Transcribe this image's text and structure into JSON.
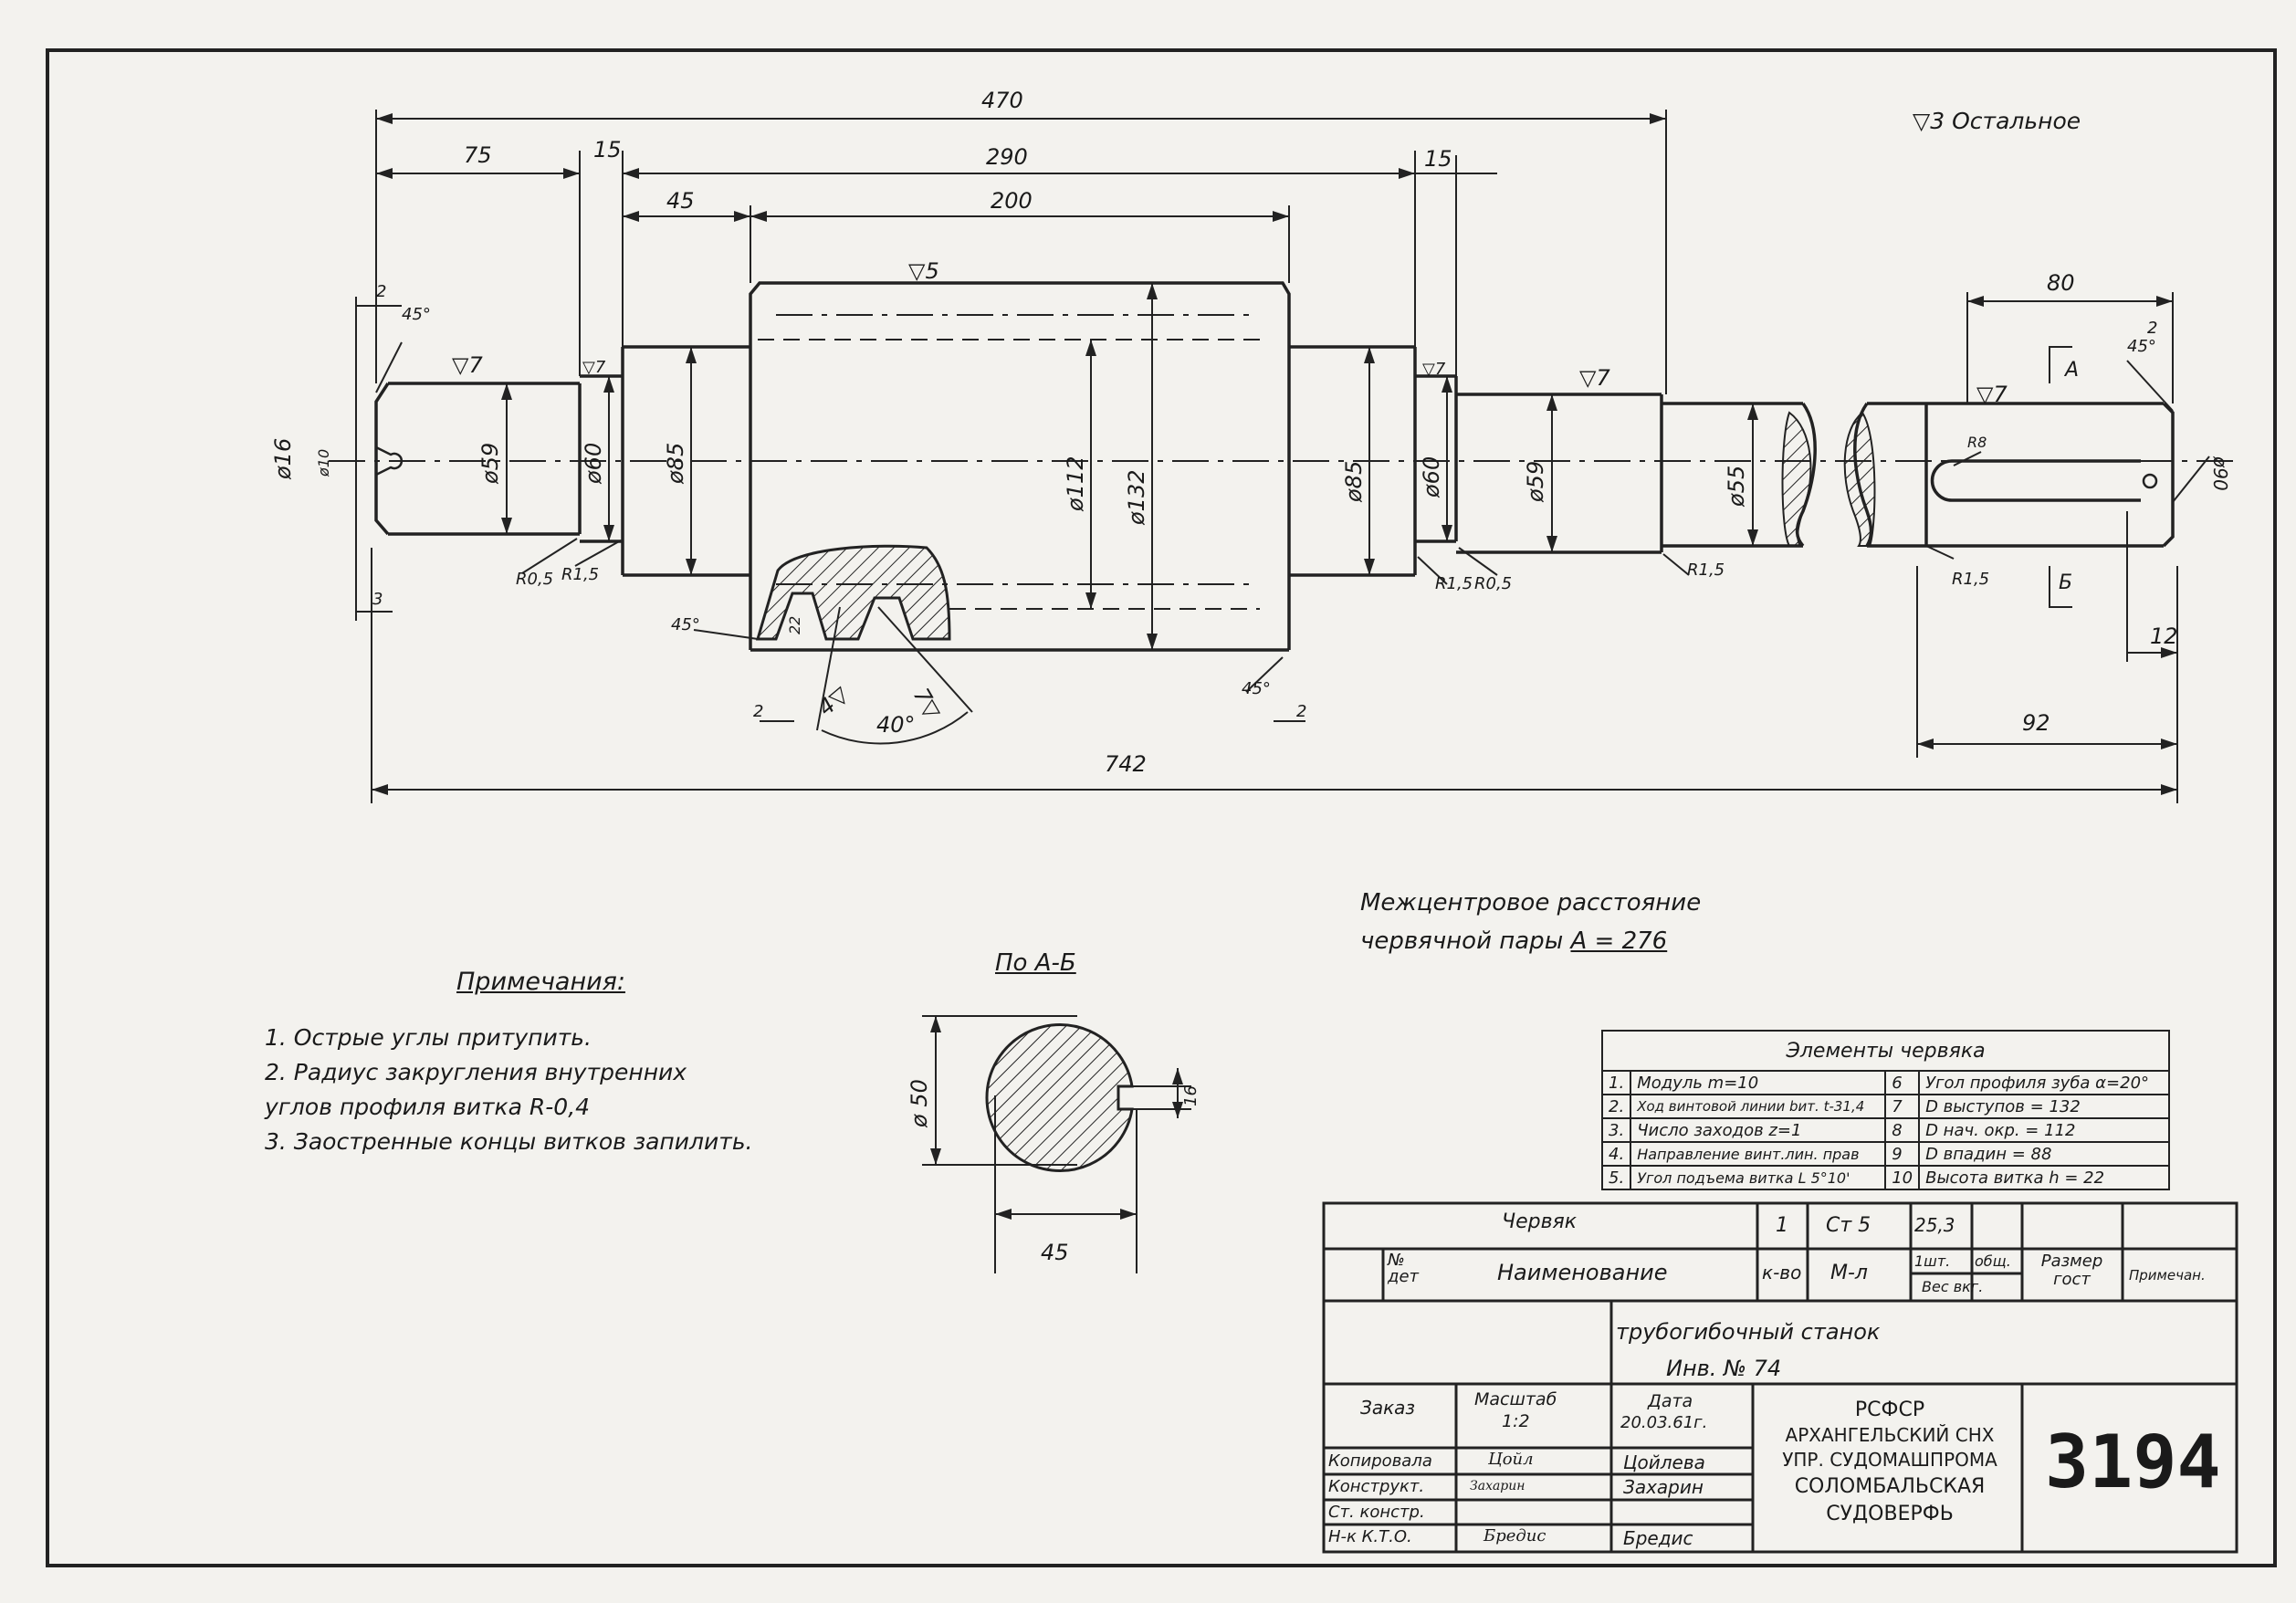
{
  "dimensions": {
    "d470": "470",
    "d75": "75",
    "d15a": "15",
    "d290": "290",
    "d15b": "15",
    "d45": "45",
    "d200": "200",
    "d80": "80",
    "d742": "742",
    "d92": "92",
    "d12": "12",
    "d2a": "2",
    "d2b": "2",
    "d2c": "2",
    "d2d": "2",
    "d3": "3",
    "a45a": "45°",
    "a45b": "45°",
    "a45c": "45°",
    "a45d": "45°",
    "a40": "40°",
    "dia16": "ø16",
    "dia10": "ø10",
    "dia59a": "ø59",
    "dia60a": "ø60",
    "dia85a": "ø85",
    "dia112": "ø112",
    "dia132": "ø132",
    "dia85b": "ø85",
    "dia60b": "ø60",
    "dia59b": "ø59",
    "dia55": "ø55",
    "dia90": "ø90",
    "r05a": "R0,5",
    "r15a": "R1,5",
    "r15b": "R1,5",
    "r05b": "R0,5",
    "r15c": "R1,5",
    "r15d": "R1,5",
    "r8": "R8",
    "h22": "22",
    "rough7a": "▽7",
    "rough7b": "▽7",
    "rough5": "▽5",
    "rough7c": "▽7",
    "rough7d": "▽7",
    "rough7e": "▽7",
    "rough4": "4▽",
    "rough7f": "7▽",
    "secA": "А",
    "secB": "Б",
    "sec_d50": "ø 50",
    "sec_w16": "16",
    "sec_w45": "45"
  },
  "top_note": "▽3 Остальное",
  "center_distance": {
    "line1": "Межцентровое расстояние",
    "line2a": "червячной пары",
    "line2b": "А = 276"
  },
  "section_title": "По А-Б",
  "notes": {
    "title": "Примечания:",
    "items": [
      "1. Острые углы притупить.",
      "2. Радиус закругления внутренних",
      "углов профиля витка R-0,4",
      "3. Заостренные концы витков запилить."
    ]
  },
  "worm_table": {
    "title": "Элементы червяка",
    "rows": [
      {
        "n1": "1.",
        "t1": "Модуль m=10",
        "n2": "6",
        "t2": "Угол профиля зуба α=20°"
      },
      {
        "n1": "2.",
        "t1": "Ход винтовой линии bит. t-31,4",
        "n2": "7",
        "t2": "D выступов = 132"
      },
      {
        "n1": "3.",
        "t1": "Число заходов z=1",
        "n2": "8",
        "t2": "D нач. окр. = 112"
      },
      {
        "n1": "4.",
        "t1": "Направление винт.лин. прав",
        "n2": "9",
        "t2": "D впадин = 88"
      },
      {
        "n1": "5.",
        "t1": "Угол подъема витка L 5°10'",
        "n2": "10",
        "t2": "Высота витка h = 22"
      }
    ]
  },
  "title_block": {
    "part_name": "Червяк",
    "qty": "1",
    "material": "Ст 5",
    "weight": "25,3",
    "col_no": "№ дет",
    "col_name": "Наименование",
    "col_qty": "к-во",
    "col_mat": "М-л",
    "col_w1": "1шт.",
    "col_w2": "общ.",
    "col_w3": "Вес вкг.",
    "col_size": "Размер гост",
    "col_note": "Примечан.",
    "machine": "трубогибочный станок",
    "inv": "Инв. № 74",
    "order": "Заказ",
    "scale_label": "Масштаб",
    "scale": "1:2",
    "date_label": "Дата",
    "date": "20.03.61г.",
    "copied": "Копировала",
    "copied_sign": "Цойл",
    "copied_name": "Цойлева",
    "designer": "Конструкт.",
    "designer_sign": "Захарин",
    "designer_name": "Захарин",
    "senior": "Ст. констр.",
    "control": "Н-к К.Т.О.",
    "control_sign": "Бредис",
    "control_name": "Бредис",
    "org1": "РСФСР",
    "org2": "АРХАНГЕЛЬСКИЙ СНХ",
    "org3": "УПР. СУДОМАШПРОМА",
    "org4": "СОЛОМБАЛЬСКАЯ",
    "org5": "СУДОВЕРФЬ",
    "drawing_no": "3194"
  }
}
